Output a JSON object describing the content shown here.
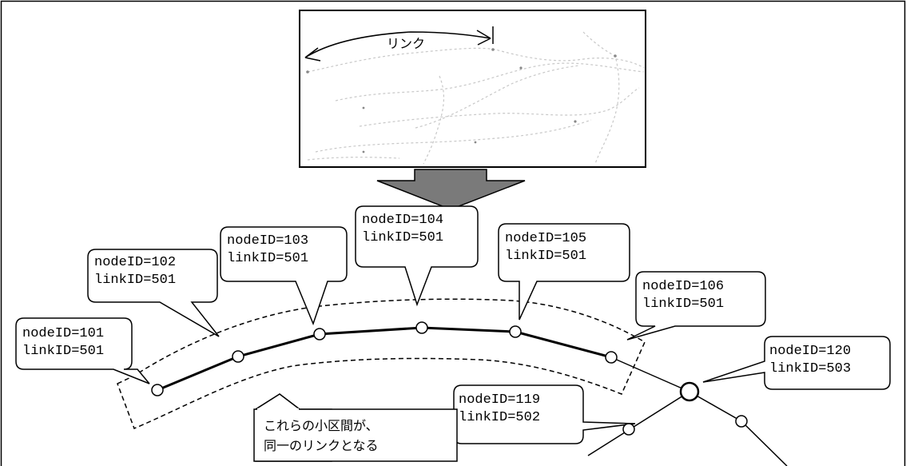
{
  "map_label": "リンク",
  "note": {
    "line1": "これらの小区間が、",
    "line2": "同一のリンクとなる"
  },
  "callouts": [
    {
      "node": "nodeID=101",
      "link": "linkID=501"
    },
    {
      "node": "nodeID=102",
      "link": "linkID=501"
    },
    {
      "node": "nodeID=103",
      "link": "linkID=501"
    },
    {
      "node": "nodeID=104",
      "link": "linkID=501"
    },
    {
      "node": "nodeID=105",
      "link": "linkID=501"
    },
    {
      "node": "nodeID=106",
      "link": "linkID=501"
    },
    {
      "node": "nodeID=120",
      "link": "linkID=503"
    },
    {
      "node": "nodeID=119",
      "link": "linkID=502"
    }
  ]
}
